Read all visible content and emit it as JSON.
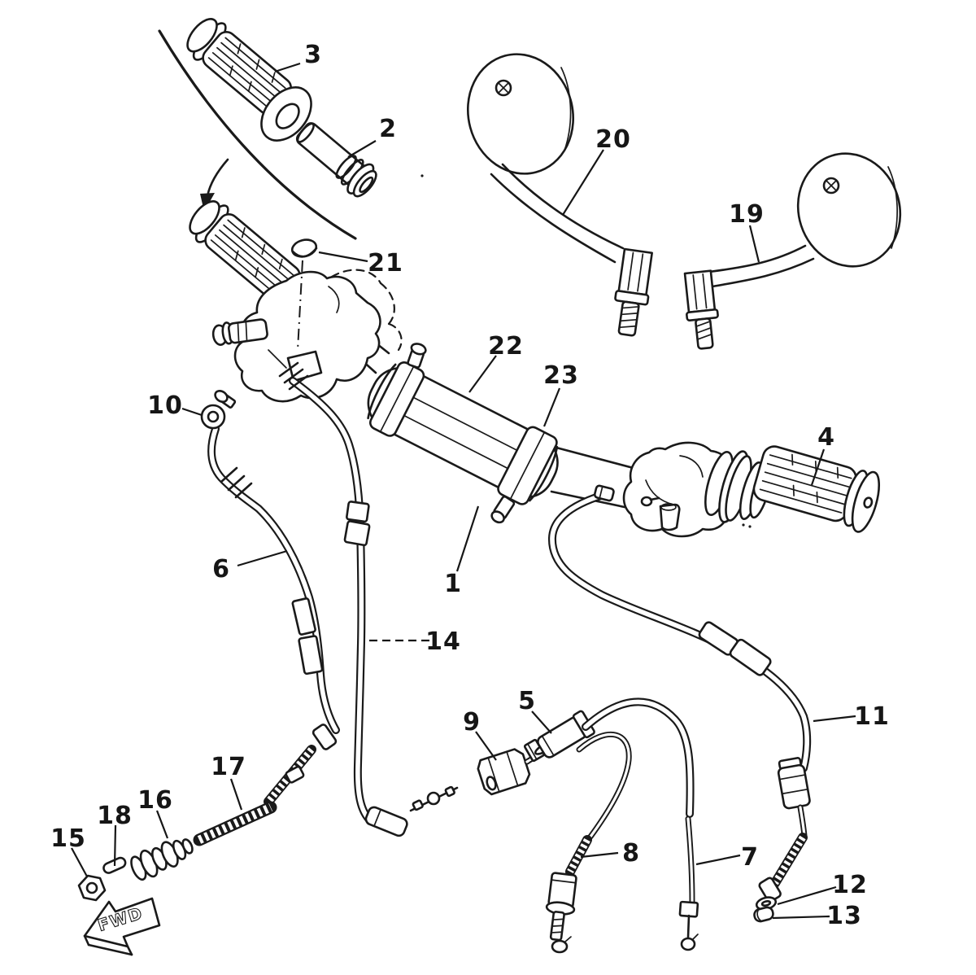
{
  "diagram": {
    "kind": "exploded-parts-line-drawing",
    "colors": {
      "line": "#1a1a1a",
      "paper": "#ffffff"
    },
    "fwd_label": "FWD",
    "callouts": {
      "c1": "1",
      "c2": "2",
      "c3": "3",
      "c4": "4",
      "c5": "5",
      "c6": "6",
      "c7": "7",
      "c8": "8",
      "c9": "9",
      "c10": "10",
      "c11": "11",
      "c12": "12",
      "c13": "13",
      "c14": "14",
      "c15": "15",
      "c16": "16",
      "c17": "17",
      "c18": "18",
      "c19": "19",
      "c20": "20",
      "c21": "21",
      "c22": "22",
      "c23": "23"
    }
  }
}
